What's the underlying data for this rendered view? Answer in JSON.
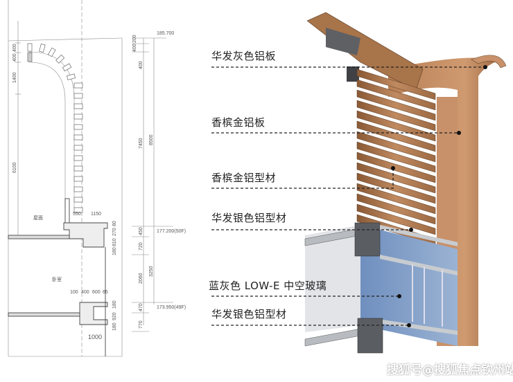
{
  "cad_section": {
    "top_elevation": "185.700",
    "upper_floor_elevation": "177.200(50F)",
    "lower_floor_elevation": "173.950(49F)",
    "room_labels": {
      "roof": "屋面",
      "bedroom": "卧室"
    },
    "left_dims": [
      "400",
      "400",
      "1400",
      "6100"
    ],
    "right_dims_outer": [
      "400",
      "7450",
      "450",
      "720",
      "2060",
      "470",
      "770"
    ],
    "right_dims_far": [
      "8500",
      "3250"
    ],
    "top_dims_h": [
      "550",
      "1150"
    ],
    "upper_vertical": [
      "80",
      "270",
      "810",
      "180"
    ],
    "mid_dims_h": [
      "100",
      "400",
      "600",
      "65"
    ],
    "lower_vertical": [
      "180",
      "920",
      "180"
    ],
    "bottom_dim": "1000",
    "small_dims": [
      "400",
      "200"
    ]
  },
  "callouts": [
    {
      "id": "gray-aluminum-panel",
      "text": "华发灰色铝板"
    },
    {
      "id": "champagne-aluminum-panel",
      "text": "香槟金铝板"
    },
    {
      "id": "champagne-aluminum-profile",
      "text": "香槟金铝型材"
    },
    {
      "id": "silver-aluminum-profile-upper",
      "text": "华发银色铝型材"
    },
    {
      "id": "low-e-glass",
      "text": "蓝灰色 LOW-E 中空玻璃"
    },
    {
      "id": "silver-aluminum-profile-lower",
      "text": "华发银色铝型材"
    }
  ],
  "watermark": "搜狐号@搜狐焦点钦州站",
  "colors": {
    "champagne": "#a9754a",
    "champagne_light": "#c8916a",
    "glass": "#7e9cc4",
    "silver": "#b8bcc0",
    "dark_gray": "#4a4c50",
    "marble": "#e2e4e8"
  }
}
